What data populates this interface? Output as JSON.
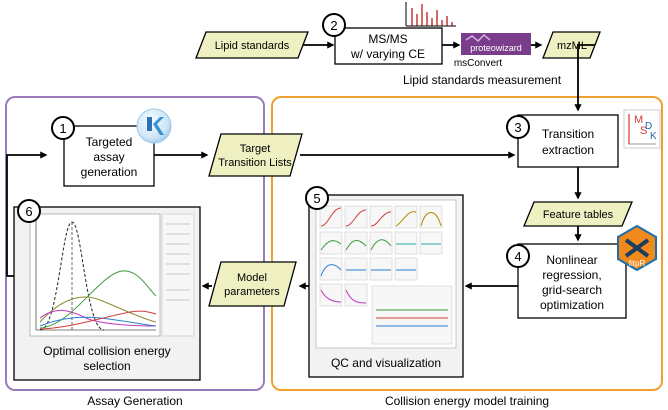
{
  "panels": {
    "assay_generation": {
      "caption": "Assay Generation"
    },
    "model_training": {
      "caption": "Collision energy model training"
    }
  },
  "lipid_measurement_caption": "Lipid standards measurement",
  "steps": [
    {
      "number": "1",
      "lines": [
        "Targeted",
        "assay",
        "generation"
      ]
    },
    {
      "number": "2",
      "lines": [
        "MS/MS",
        "w/ varying CE"
      ]
    },
    {
      "number": "3",
      "lines": [
        "Transition",
        "extraction"
      ]
    },
    {
      "number": "4",
      "lines": [
        "Nonlinear",
        "regression,",
        "grid-search",
        "optimization"
      ]
    },
    {
      "number": "5",
      "lines": [
        "QC and visualization"
      ]
    },
    {
      "number": "6",
      "lines": [
        "Optimal collision energy",
        "selection"
      ]
    }
  ],
  "data_items": {
    "lipid_standards": "Lipid standards",
    "mzml": "mzML",
    "target_transition_lists": [
      "Target",
      "Transition Lists"
    ],
    "feature_tables": "Feature tables",
    "model_parameters": [
      "Model",
      "parameters"
    ]
  },
  "tools": {
    "proteowizard": {
      "logo_text": "proteowizard",
      "caption": "msConvert"
    },
    "mskd": {
      "letters": [
        "M",
        "S",
        "D",
        "K"
      ]
    },
    "fitpr": {
      "logo_text": "fitpR"
    }
  },
  "colors": {
    "assay_panel": "#9b7bb8",
    "training_panel": "#f0a030",
    "data_fill": "#eef0c2",
    "proteowizard": "#7a3d8c",
    "fitpr_orange": "#f08a1c",
    "fitpr_blue": "#1d6fa8",
    "skyline": "#3a8fd0"
  }
}
